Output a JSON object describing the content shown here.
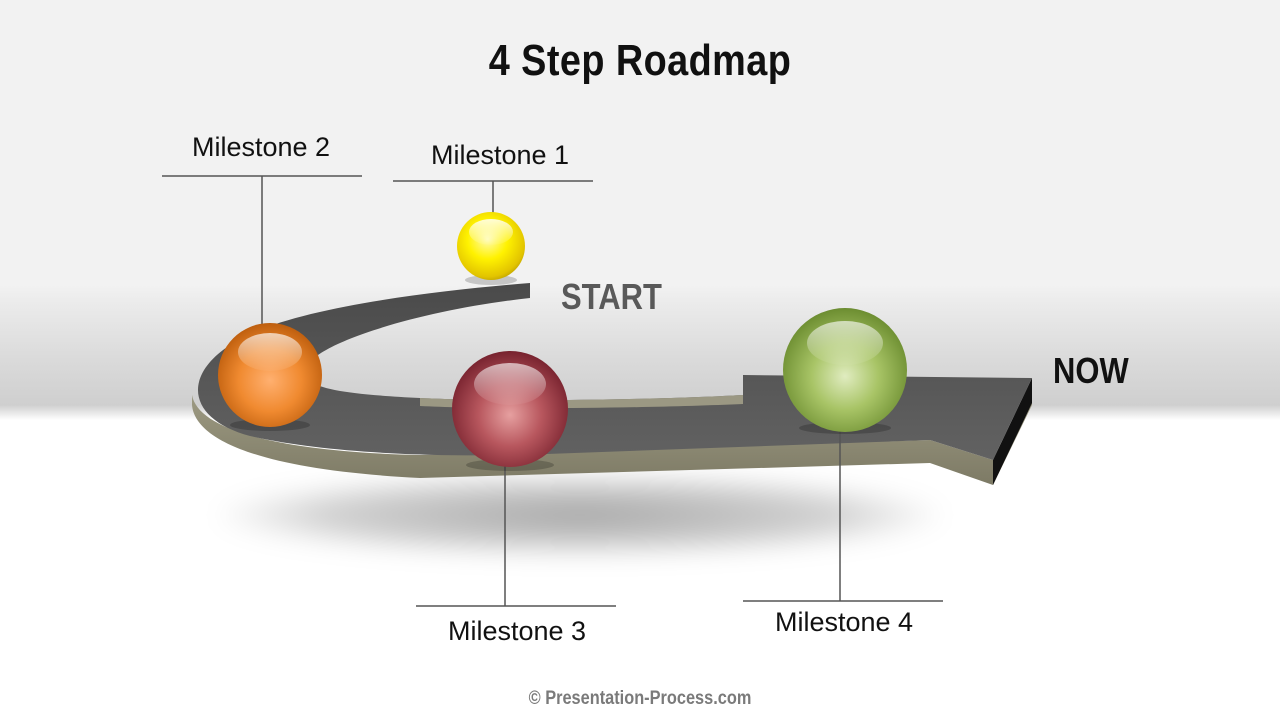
{
  "title": "4 Step Roadmap",
  "start_label": "START",
  "end_label": "NOW",
  "milestones": [
    {
      "label": "Milestone 1",
      "color": "#ffea00"
    },
    {
      "label": "Milestone 2",
      "color": "#e8751a"
    },
    {
      "label": "Milestone 3",
      "color": "#a63a46"
    },
    {
      "label": "Milestone 4",
      "color": "#8fb049"
    }
  ],
  "footer": "© Presentation-Process.com",
  "colors": {
    "arrow_top": "#575757",
    "arrow_side": "#8d8a72",
    "start_text": "#595959",
    "end_text": "#111111"
  }
}
